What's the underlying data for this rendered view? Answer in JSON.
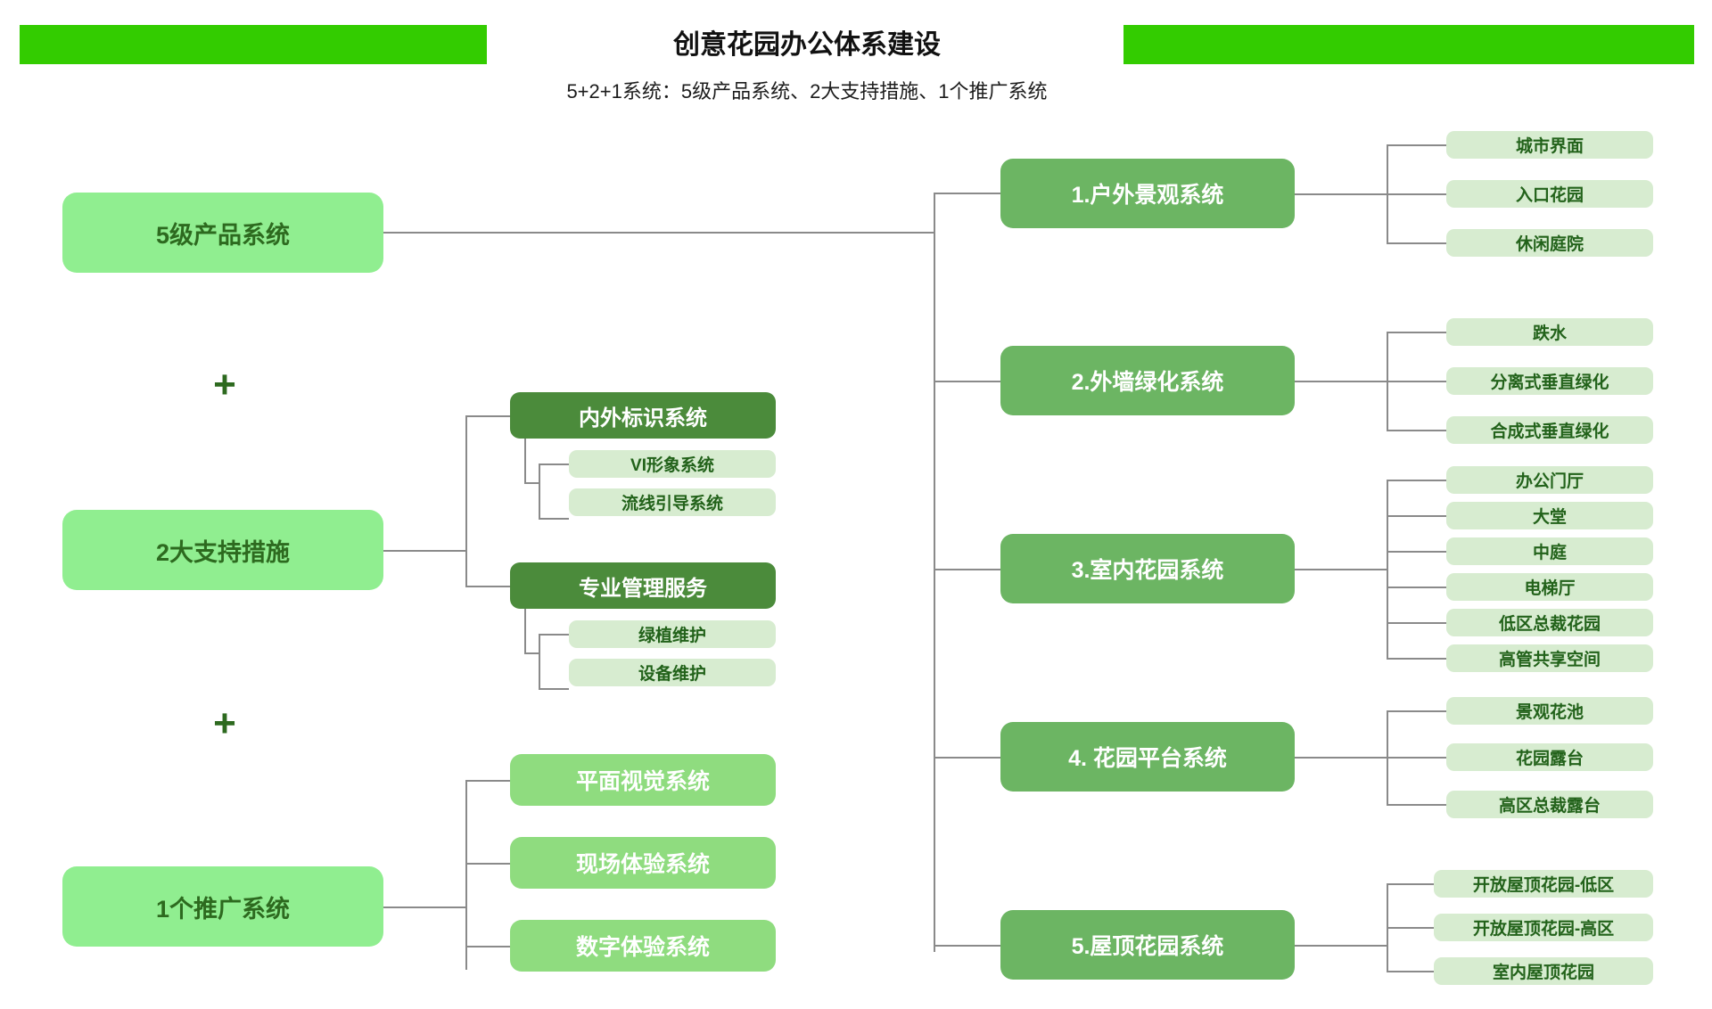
{
  "header": {
    "title": "创意花园办公体系建设",
    "subtitle": "5+2+1系统：5级产品系统、2大支持措施、1个推广系统",
    "bar_color": "#33cc00"
  },
  "palette": {
    "pillar_fill": "#90ee90",
    "pillar_text": "#2d6a1f",
    "system_fill": "#6cb563",
    "system_text": "#ffffff",
    "leaf_fill": "#d7ecd0",
    "leaf_text": "#22621a",
    "dark_fill": "#4b8b3b",
    "dark_text": "#ffffff",
    "promo_fill": "#8fdc7f",
    "promo_text": "#ffffff",
    "line_color": "#8a8a8a",
    "background": "#ffffff"
  },
  "operators": {
    "plus_1": "+",
    "plus_2": "+"
  },
  "pillars": [
    {
      "label": "5级产品系统"
    },
    {
      "label": "2大支持措施"
    },
    {
      "label": "1个推广系统"
    }
  ],
  "product_systems": [
    {
      "label": "1.户外景观系统",
      "children": [
        "城市界面",
        "入口花园",
        "休闲庭院"
      ]
    },
    {
      "label": "2.外墙绿化系统",
      "children": [
        "跌水",
        "分离式垂直绿化",
        "合成式垂直绿化"
      ]
    },
    {
      "label": "3.室内花园系统",
      "children": [
        "办公门厅",
        "大堂",
        "中庭",
        "电梯厅",
        "低区总裁花园",
        "高管共享空间"
      ]
    },
    {
      "label": "4. 花园平台系统",
      "children": [
        "景观花池",
        "花园露台",
        "高区总裁露台"
      ]
    },
    {
      "label": "5.屋顶花园系统",
      "children": [
        "开放屋顶花园-低区",
        "开放屋顶花园-高区",
        "室内屋顶花园"
      ]
    }
  ],
  "support_measures": [
    {
      "label": "内外标识系统",
      "children": [
        "VI形象系统",
        "流线引导系统"
      ]
    },
    {
      "label": "专业管理服务",
      "children": [
        "绿植维护",
        "设备维护"
      ]
    }
  ],
  "promotion_systems": [
    {
      "label": "平面视觉系统"
    },
    {
      "label": "现场体验系统"
    },
    {
      "label": "数字体验系统"
    }
  ]
}
